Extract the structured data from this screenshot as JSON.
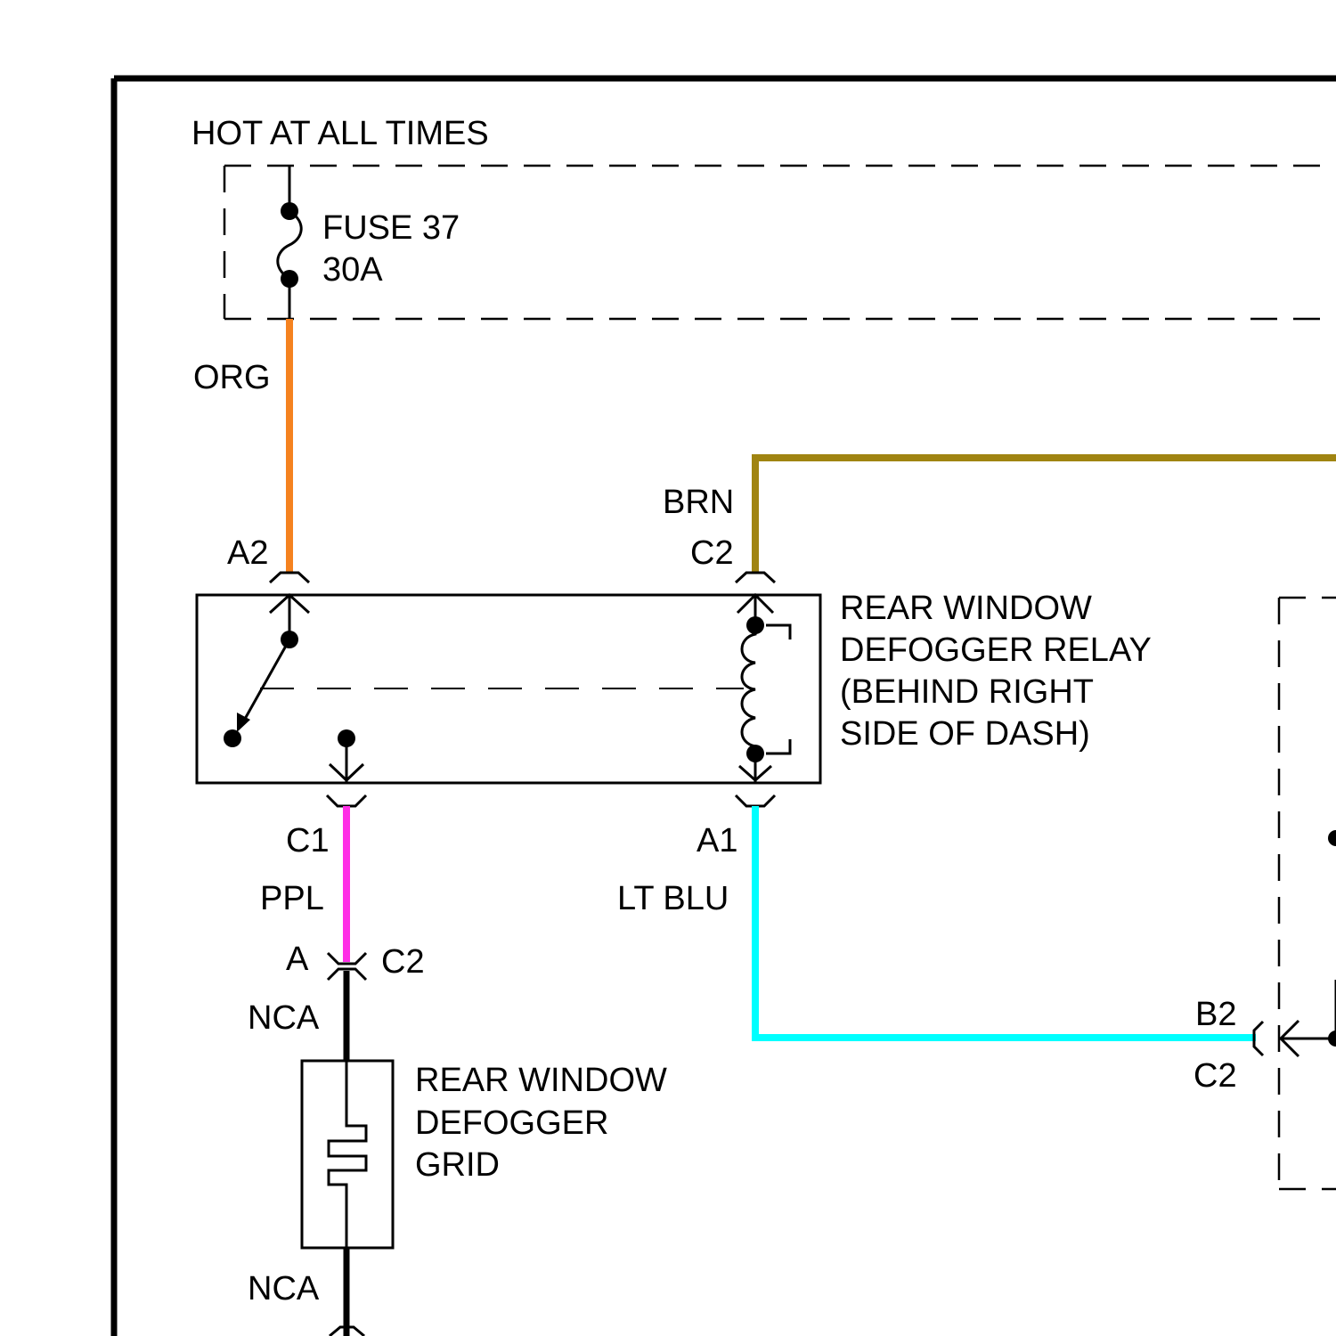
{
  "fuse_block": {
    "title": "HOT AT ALL TIMES",
    "fuse_name": "FUSE 37",
    "fuse_rating": "30A"
  },
  "wires": {
    "org": "ORG",
    "brn": "BRN",
    "ppl": "PPL",
    "lt_blu": "LT BLU",
    "nca_top": "NCA",
    "nca_bottom": "NCA"
  },
  "wire_colors": {
    "org": "#f5821f",
    "brn": "#a08411",
    "ppl": "#ff2ee6",
    "lt_blu": "#00ffff",
    "nca": "#000000"
  },
  "relay": {
    "line1": "REAR WINDOW",
    "line2": "DEFOGGER RELAY",
    "line3": "(BEHIND RIGHT",
    "line4": "SIDE OF DASH)",
    "pins": {
      "a2": "A2",
      "c2": "C2",
      "c1": "C1",
      "a1": "A1"
    }
  },
  "connector_c2": {
    "pin": "A",
    "name": "C2"
  },
  "grid": {
    "line1": "REAR WINDOW",
    "line2": "DEFOGGER",
    "line3": "GRID"
  },
  "right_module": {
    "pin": "B2",
    "name": "C2"
  }
}
